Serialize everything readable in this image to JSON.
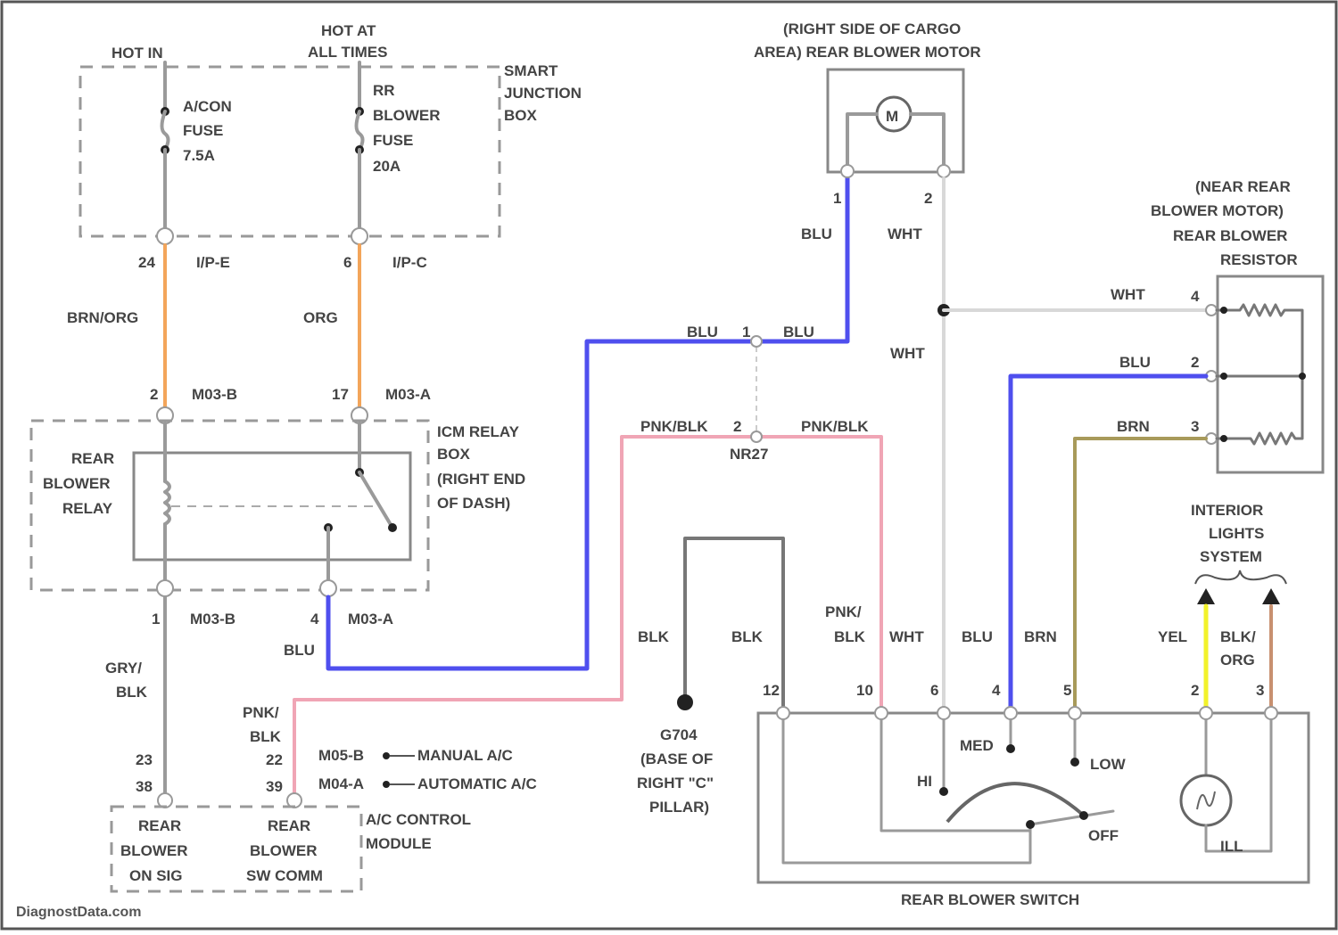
{
  "fuse_box": {
    "feed_left": "HOT IN",
    "feed_right_1": "HOT AT",
    "feed_right_2": "ALL TIMES",
    "name_1": "SMART",
    "name_2": "JUNCTION",
    "name_3": "BOX",
    "fuse1_1": "A/CON",
    "fuse1_2": "FUSE",
    "fuse1_3": "7.5A",
    "fuse2_1": "RR",
    "fuse2_2": "BLOWER",
    "fuse2_3": "FUSE",
    "fuse2_4": "20A",
    "pin_a": "24",
    "conn_a": "I/P-E",
    "pin_b": "6",
    "conn_b": "I/P-C"
  },
  "wires_upper": {
    "brn_org": "BRN/ORG",
    "org": "ORG"
  },
  "relay_box": {
    "pin_a": "2",
    "conn_a": "M03-B",
    "pin_b": "17",
    "conn_b": "M03-A",
    "name_1": "ICM RELAY",
    "name_2": "BOX",
    "name_3": "(RIGHT END",
    "name_4": "OF DASH)",
    "relay_1": "REAR",
    "relay_2": "BLOWER",
    "relay_3": "RELAY",
    "pin_c": "1",
    "conn_c": "M03-B",
    "pin_d": "4",
    "conn_d": "M03-A",
    "blu": "BLU"
  },
  "ac_module": {
    "gry_blk_1": "GRY/",
    "gry_blk_2": "BLK",
    "pnk_blk_1": "PNK/",
    "pnk_blk_2": "BLK",
    "pin_a1": "23",
    "pin_a2": "38",
    "pin_b1": "22",
    "pin_b2": "39",
    "legend_1_conn": "M05-B",
    "legend_1_text": "MANUAL A/C",
    "legend_2_conn": "M04-A",
    "legend_2_text": "AUTOMATIC A/C",
    "name_1": "A/C CONTROL",
    "name_2": "MODULE",
    "cell1_1": "REAR",
    "cell1_2": "BLOWER",
    "cell1_3": "ON SIG",
    "cell2_1": "REAR",
    "cell2_2": "BLOWER",
    "cell2_3": "SW COMM"
  },
  "watermark": "DiagnostData.com",
  "motor": {
    "title_1": "(RIGHT SIDE OF CARGO",
    "title_2": "AREA) REAR BLOWER MOTOR",
    "symbol": "M",
    "pin1": "1",
    "pin2": "2",
    "blu": "BLU",
    "wht": "WHT"
  },
  "splice": {
    "blu_left": "BLU",
    "pin_top": "1",
    "blu_right": "BLU",
    "pnk_left": "PNK/BLK",
    "pin_bot": "2",
    "pnk_right": "PNK/BLK",
    "name": "NR27"
  },
  "ground": {
    "name_1": "G704",
    "name_2": "(BASE OF",
    "name_3": "RIGHT \"C\"",
    "name_4": "PILLAR)"
  },
  "resistor": {
    "title_1": "(NEAR REAR",
    "title_2": "BLOWER MOTOR)",
    "title_3": "REAR BLOWER",
    "title_4": "RESISTOR",
    "wht": "WHT",
    "wht2": "WHT",
    "pin4": "4",
    "blu": "BLU",
    "pin2": "2",
    "brn": "BRN",
    "pin3": "3"
  },
  "interior": {
    "title_1": "INTERIOR",
    "title_2": "LIGHTS",
    "title_3": "SYSTEM"
  },
  "switch": {
    "wire_blk_1": "BLK",
    "wire_blk_2": "BLK",
    "wire_pnk_1": "PNK/",
    "wire_pnk_2": "BLK",
    "wire_wht": "WHT",
    "wire_blu": "BLU",
    "wire_brn": "BRN",
    "wire_yel": "YEL",
    "wire_blk_org_1": "BLK/",
    "wire_blk_org_2": "ORG",
    "pin_a": "12",
    "pin_b": "10",
    "pin_c": "6",
    "pin_d": "4",
    "pin_e": "5",
    "pin_f": "2",
    "pin_g": "3",
    "pos_med": "MED",
    "pos_hi": "HI",
    "pos_low": "LOW",
    "pos_off": "OFF",
    "ill": "ILL",
    "name": "REAR BLOWER SWITCH"
  }
}
